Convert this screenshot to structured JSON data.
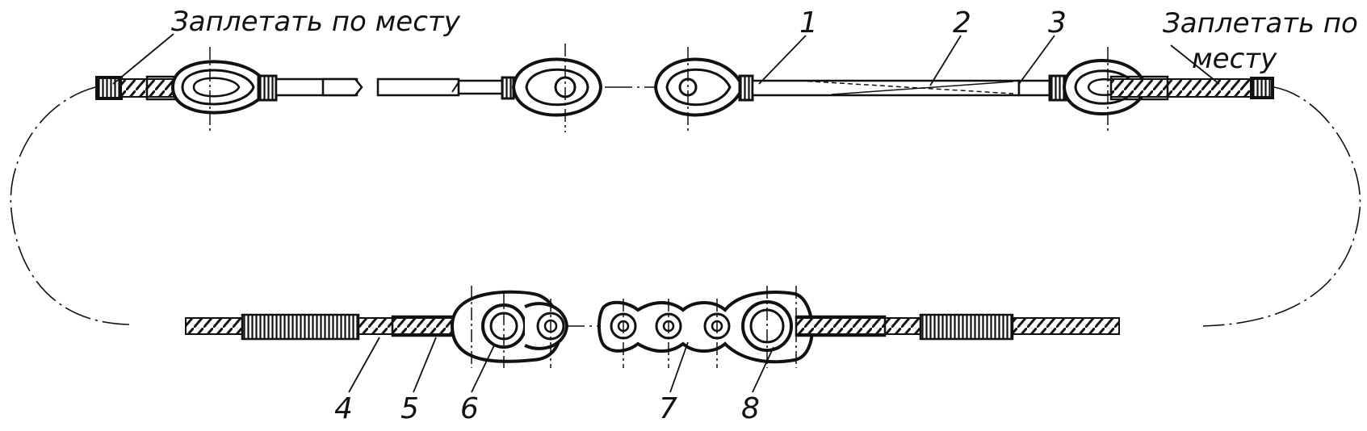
{
  "captions": {
    "left": "Заплетать по месту",
    "right_line1": "Заплетать по",
    "right_line2": "месту"
  },
  "part_numbers": [
    "1",
    "2",
    "3",
    "4",
    "5",
    "6",
    "7",
    "8"
  ],
  "colors": {
    "ink": "#111111",
    "background": "#ffffff"
  }
}
